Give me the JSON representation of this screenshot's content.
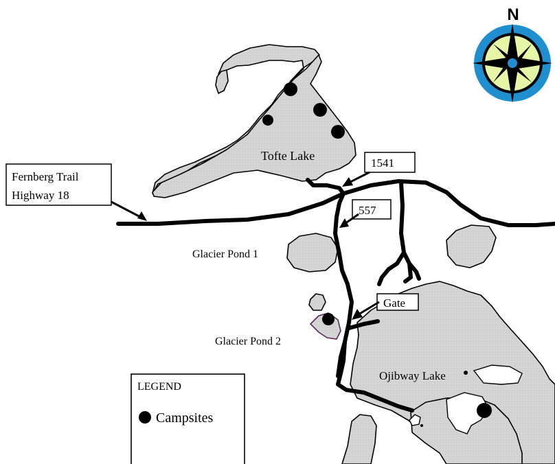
{
  "map": {
    "labels": {
      "tofte_lake": "Tofte Lake",
      "glacier_pond_1": "Glacier Pond 1",
      "glacier_pond_2": "Glacier Pond 2",
      "ojibway_lake": "Ojibway Lake"
    },
    "callouts": {
      "highway_line1": "Fernberg Trail",
      "highway_line2": "Highway 18",
      "road_1541": "1541",
      "road_557": "557",
      "gate": "Gate"
    },
    "compass": {
      "north_label": "N",
      "outer_ring": "#1f8fd0",
      "inner_ring": "#000000",
      "face": "#e6f5a6",
      "center_dot": "#1f8fd0"
    },
    "legend": {
      "title": "LEGEND",
      "item_label": "Campsites"
    },
    "colors": {
      "water": "#d7d7d7",
      "road": "#000000",
      "campsite": "#000000"
    }
  }
}
